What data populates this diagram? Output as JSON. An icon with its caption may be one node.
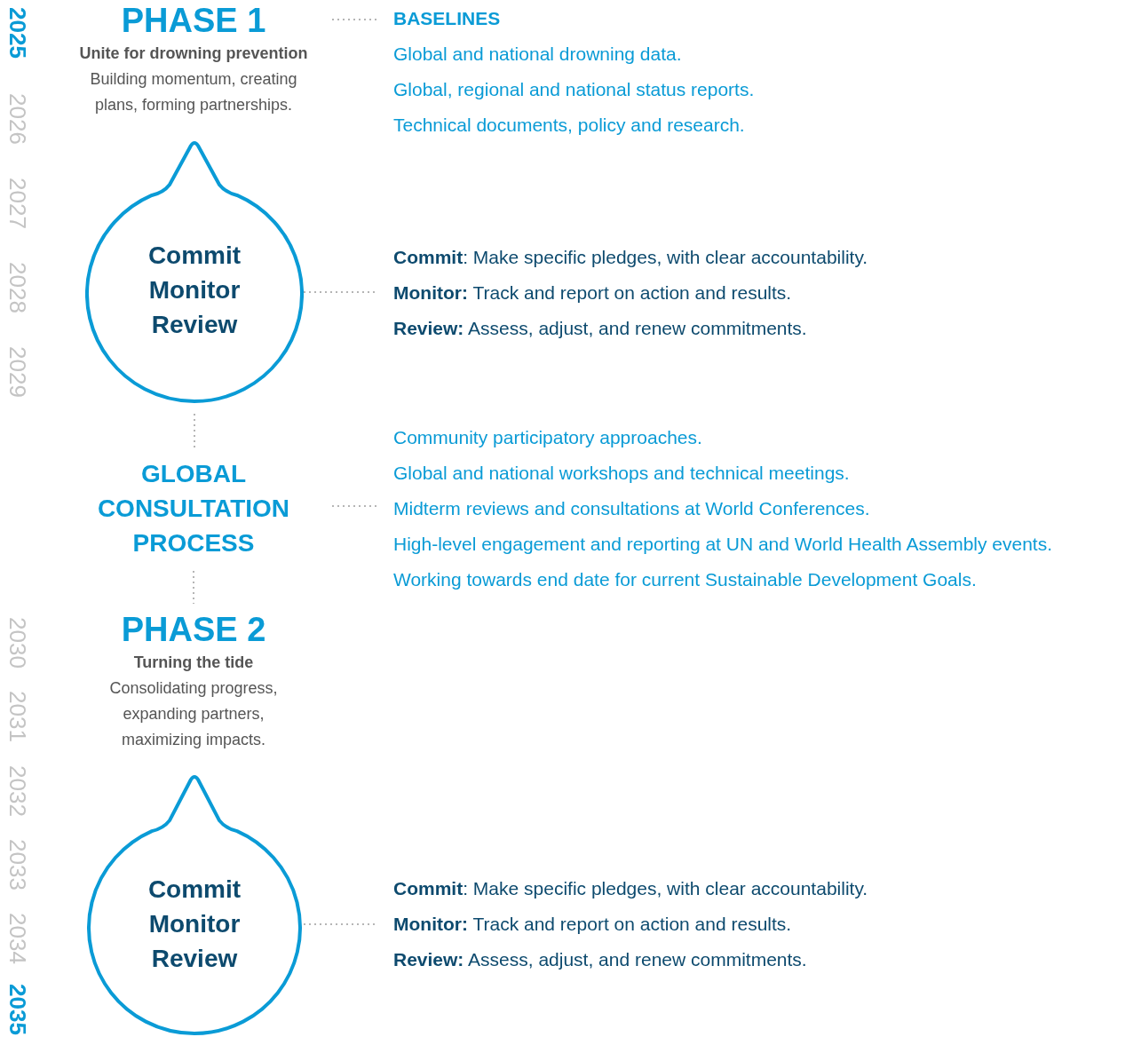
{
  "diagram": {
    "nodes": [
      {
        "text": [
          "PHASE 1",
          "Unite for drowning prevention",
          "Building momentum, creating plans, forming partnerships."
        ]
      },
      {
        "text": [
          "Commit Monitor Review"
        ]
      },
      {
        "text": [
          "GLOBAL CONSULTATION PROCESS"
        ]
      },
      {
        "text": [
          "PHASE 2",
          "Turning the tide",
          "Consolidating progress, expanding partners, maximizing impacts."
        ]
      },
      {
        "text": [
          "Commit Monitor Review"
        ]
      },
      {
        "text": [
          "BASELINES",
          "Global and national drowning data.",
          "Global, regional and national status reports.",
          "Technical documents, policy and research."
        ]
      },
      {
        "text": [
          "**Commit**: Make specific pledges, with clear accountability.",
          "**Monitor:** Track and report on action and results.",
          "**Review:** Assess, adjust, and renew commitments."
        ]
      },
      {
        "text": [
          "Community participatory approaches.",
          "Global and national workshops and technical meetings.",
          "Midterm reviews and consultations at World Conferences.",
          "High-level engagement and reporting at UN and World Health Assembly events.",
          "Working towards end date for current Sustainable Development Goals."
        ]
      },
      {
        "text": [
          "**Commit**: Make specific pledges, with clear accountability.",
          "**Monitor:** Track and report on action and results.",
          "**Review:** Assess, adjust, and renew commitments."
        ]
      }
    ],
    "edges": [
      {
        "from": 0,
        "to": 5,
        "arrow": "none"
      },
      {
        "from": 1,
        "to": 6,
        "arrow": "none"
      },
      {
        "from": 2,
        "to": 7,
        "arrow": "none"
      },
      {
        "from": 4,
        "to": 8,
        "arrow": "none"
      },
      {
        "from": 1,
        "to": 2,
        "arrow": "none"
      },
      {
        "from": 2,
        "to": 3,
        "arrow": "none"
      }
    ],
    "labels": [
      "2025",
      "2026",
      "2027",
      "2028",
      "2029",
      "2030",
      "2031",
      "2032",
      "2033",
      "2034",
      "2035"
    ]
  }
}
